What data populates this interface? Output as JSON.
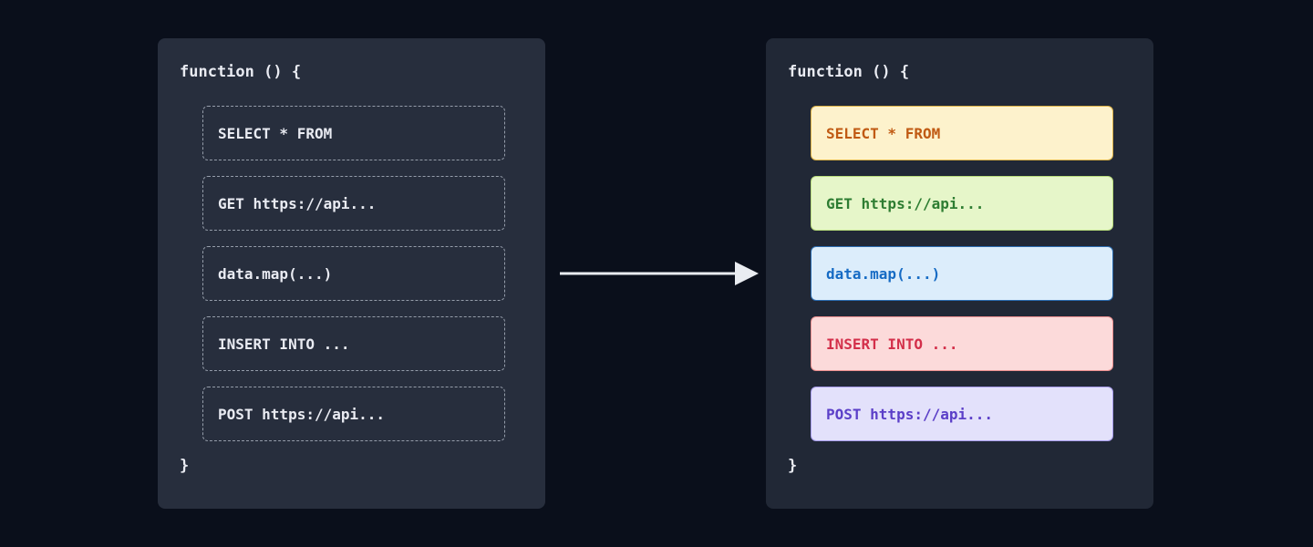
{
  "page": {
    "background": "#0a0f1b"
  },
  "arrow": {
    "colors": {
      "text": "#e9ecf1"
    }
  },
  "left_panel": {
    "header": "function () {",
    "footer": "}",
    "items": [
      {
        "label": "SELECT * FROM"
      },
      {
        "label": "GET https://api..."
      },
      {
        "label": "data.map(...)"
      },
      {
        "label": "INSERT INTO ..."
      },
      {
        "label": "POST https://api..."
      }
    ]
  },
  "right_panel": {
    "header": "function () {",
    "footer": "}",
    "items": [
      {
        "label": "SELECT * FROM",
        "colors": {
          "bg": "#fdf2cc",
          "border": "#ddb347",
          "text": "#c05a13"
        }
      },
      {
        "label": "GET https://api...",
        "colors": {
          "bg": "#e6f6c9",
          "border": "#b9dc7c",
          "text": "#2e7d32"
        }
      },
      {
        "label": "data.map(...)",
        "colors": {
          "bg": "#dcedfb",
          "border": "#2b6cb0",
          "text": "#166bc4"
        }
      },
      {
        "label": "INSERT INTO ...",
        "colors": {
          "bg": "#fcdada",
          "border": "#ec8f8f",
          "text": "#d32f4a"
        }
      },
      {
        "label": "POST https://api...",
        "colors": {
          "bg": "#e3e1fb",
          "border": "#a79ceb",
          "text": "#5b3fc8"
        }
      }
    ]
  }
}
